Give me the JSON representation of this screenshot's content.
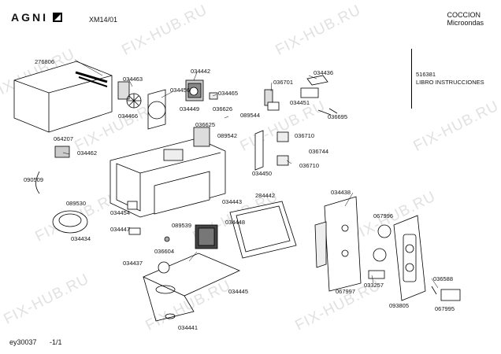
{
  "header": {
    "brand": "AGNI",
    "model": "XM14/01",
    "category_line1": "COCCION",
    "category_line2": "Microondas"
  },
  "sidebar": {
    "part_number": "516381",
    "part_desc": "LIBRO INSTRUCCIONES"
  },
  "footer": {
    "code": "ey30037",
    "page": "-1/1"
  },
  "watermark_text": "FIX-HUB.RU",
  "parts": [
    {
      "label": "276806"
    },
    {
      "label": "034463"
    },
    {
      "label": "034456"
    },
    {
      "label": "034442"
    },
    {
      "label": "034465"
    },
    {
      "label": "034466"
    },
    {
      "label": "034449"
    },
    {
      "label": "036626"
    },
    {
      "label": "036625"
    },
    {
      "label": "089542"
    },
    {
      "label": "089544"
    },
    {
      "label": "036701"
    },
    {
      "label": "034436"
    },
    {
      "label": "034451"
    },
    {
      "label": "036695"
    },
    {
      "label": "064207"
    },
    {
      "label": "034462"
    },
    {
      "label": "036710"
    },
    {
      "label": "036744"
    },
    {
      "label": "036710"
    },
    {
      "label": "034450"
    },
    {
      "label": "090509"
    },
    {
      "label": "089530"
    },
    {
      "label": "034434"
    },
    {
      "label": "034454"
    },
    {
      "label": "034443"
    },
    {
      "label": "284442"
    },
    {
      "label": "034438"
    },
    {
      "label": "067996"
    },
    {
      "label": "034447"
    },
    {
      "label": "089539"
    },
    {
      "label": "034448"
    },
    {
      "label": "036604"
    },
    {
      "label": "034437"
    },
    {
      "label": "034445"
    },
    {
      "label": "034441"
    },
    {
      "label": "067997"
    },
    {
      "label": "033257"
    },
    {
      "label": "036588"
    },
    {
      "label": "093805"
    },
    {
      "label": "067995"
    }
  ]
}
